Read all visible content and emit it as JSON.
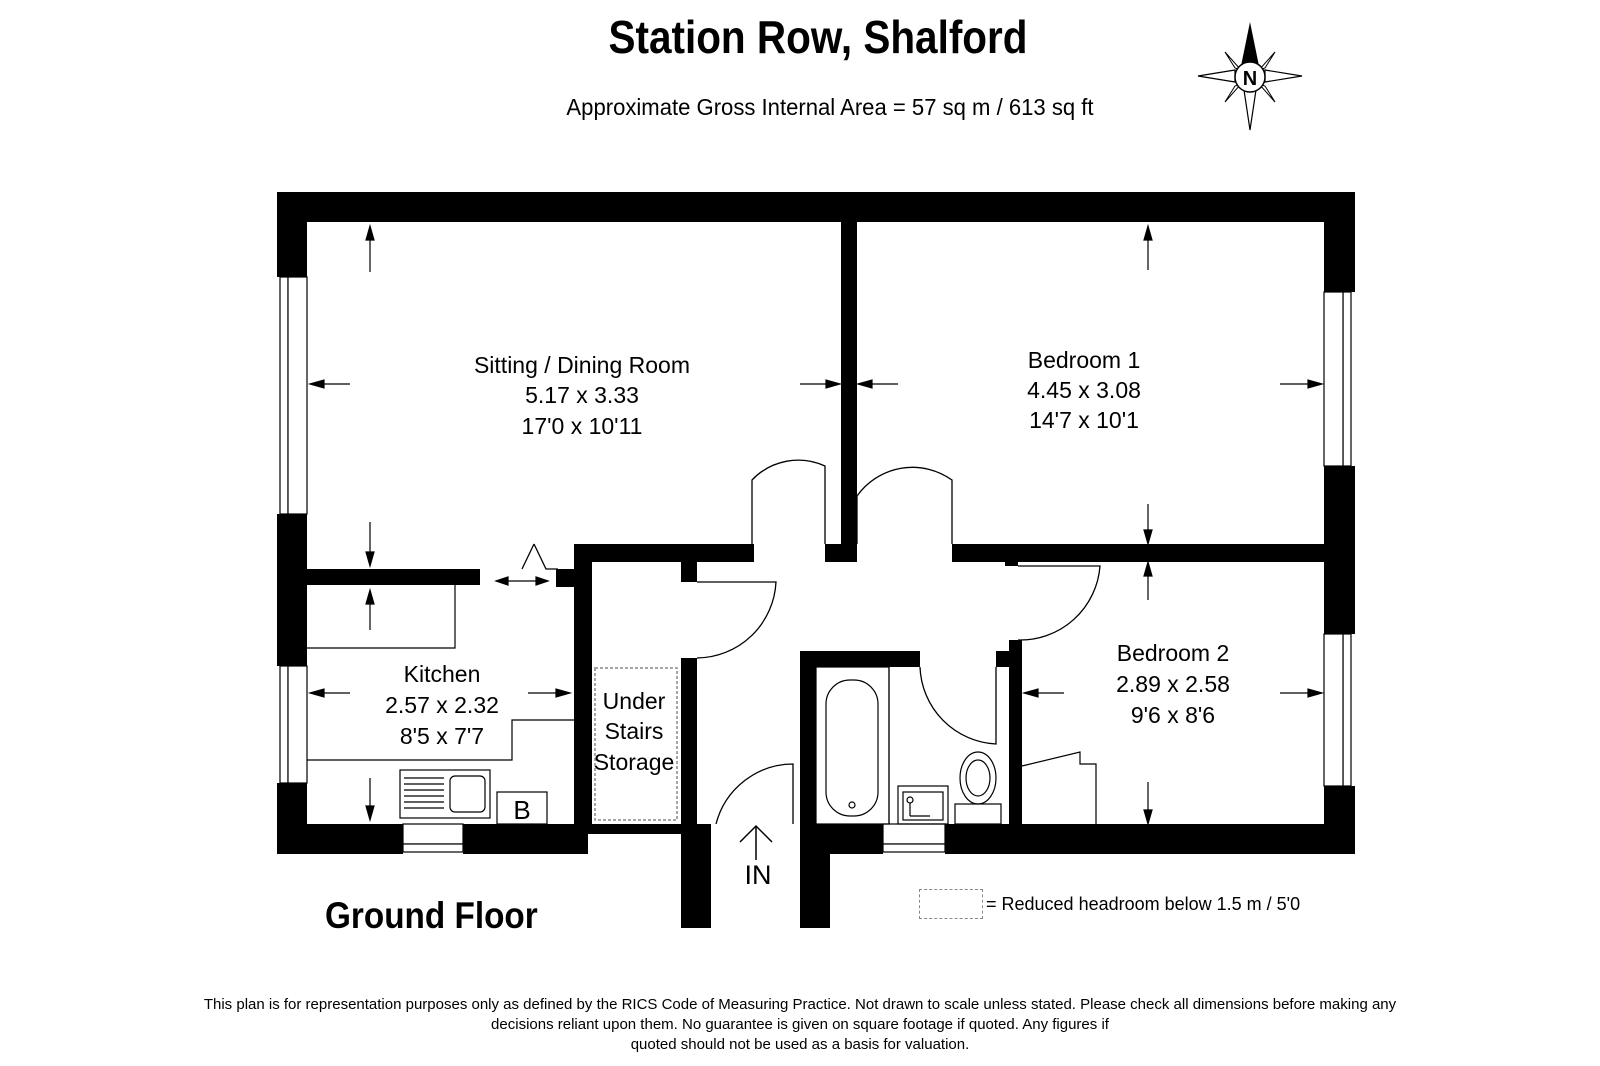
{
  "header": {
    "title": "Station Row, Shalford",
    "subtitle": "Approximate Gross Internal Area = 57 sq m / 613 sq ft"
  },
  "compass": {
    "letter": "N"
  },
  "floor": {
    "label": "Ground Floor"
  },
  "rooms": {
    "sitting": {
      "name": "Sitting / Dining Room",
      "metric": "5.17 x 3.33",
      "imperial": "17'0 x 10'11"
    },
    "bedroom1": {
      "name": "Bedroom 1",
      "metric": "4.45 x 3.08",
      "imperial": "14'7 x 10'1"
    },
    "bedroom2": {
      "name": "Bedroom 2",
      "metric": "2.89 x 2.58",
      "imperial": "9'6 x 8'6"
    },
    "kitchen": {
      "name": "Kitchen",
      "metric": "2.57 x 2.32",
      "imperial": "8'5 x 7'7"
    },
    "storage": {
      "line1": "Under",
      "line2": "Stairs",
      "line3": "Storage"
    }
  },
  "entrance": {
    "label": "IN"
  },
  "boiler": {
    "label": "B"
  },
  "legend": {
    "text": "=  Reduced headroom below 1.5 m / 5'0"
  },
  "footer": {
    "line1": "This plan is for representation purposes only as defined by the RICS Code of Measuring Practice. Not drawn to scale unless stated. Please check all dimensions before making any",
    "line2": "decisions reliant upon them. No guarantee is given on square footage if quoted. Any figures if",
    "line3": "quoted should not be used as a basis for valuation."
  }
}
